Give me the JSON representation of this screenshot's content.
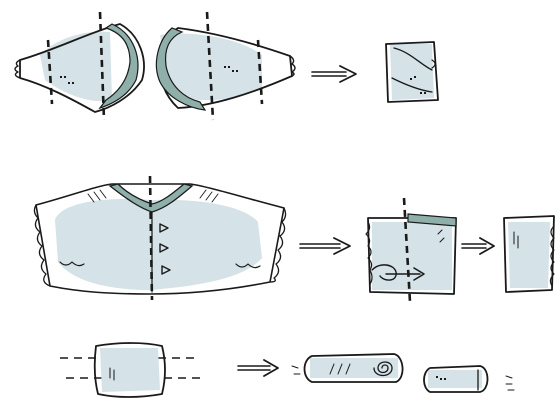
{
  "colors": {
    "ink": "#1a1a1a",
    "fabric_fill": "#d5e2e7",
    "collar_fill": "#8fb0aa",
    "background": "#ffffff"
  },
  "icons": {
    "fold_arrow": "right-arrow-icon",
    "roll_spiral": "spiral-icon"
  },
  "steps": [
    {
      "id": "sleeves",
      "shows": [
        "sleeve-pair",
        "folded-sleeve-pack"
      ]
    },
    {
      "id": "shirt-body",
      "shows": [
        "shirt-front",
        "folded-halves",
        "narrow-strip"
      ]
    },
    {
      "id": "roll",
      "shows": [
        "square-bundle",
        "long-roll",
        "small-roll"
      ]
    }
  ]
}
